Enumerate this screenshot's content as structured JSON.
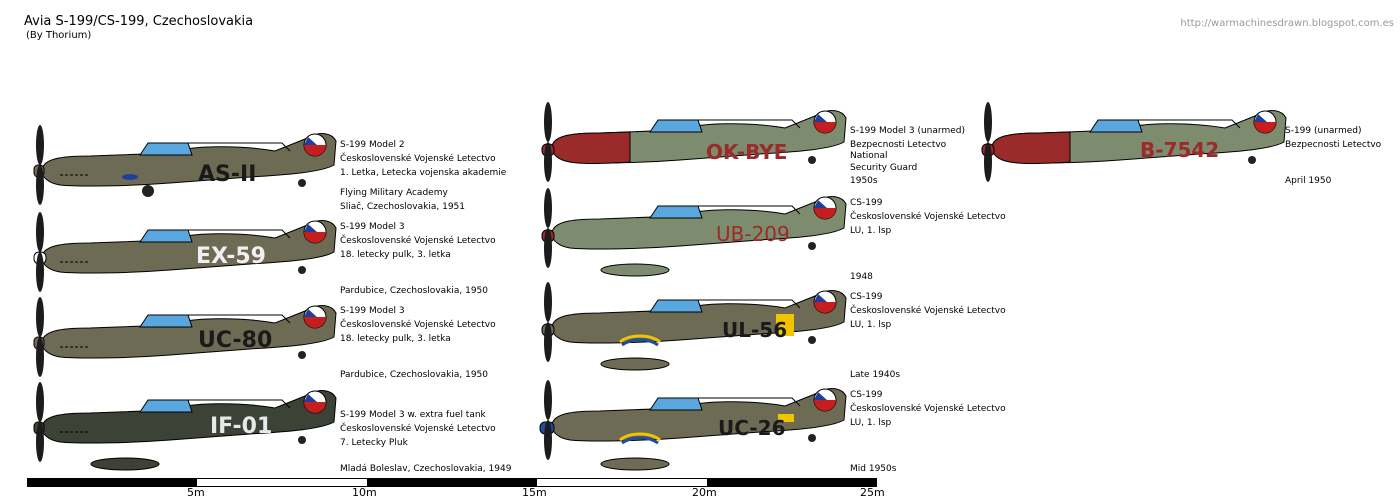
{
  "header": {
    "title": "Avia S-199/CS-199, Czechoslovakia",
    "subtitle": "(By Thorium)",
    "url": "http://warmachinesdrawn.blogspot.com.es"
  },
  "colors": {
    "olive": "#6e6b55",
    "dark_olive": "#3c4236",
    "green_grey": "#7d8c6e",
    "red_brown": "#9b2a2a",
    "canopy": "#5aa7df",
    "yellow": "#f2c400",
    "blue_spinner": "#1f4f9c"
  },
  "aircraft": [
    {
      "marking": "AS-II",
      "caption": [
        "S-199 Model 2",
        "Československé Vojenské Letectvo",
        "1. Letka, Letecka vojenska akademie"
      ],
      "note": [
        "Flying Military Academy",
        "Sliač, Czechoslovakia, 1951"
      ]
    },
    {
      "marking": "EX-59",
      "caption": [
        "S-199 Model 3",
        "Československé Vojenské Letectvo",
        "18. letecky pulk, 3. letka"
      ],
      "note": [
        "Pardubice, Czechoslovakia, 1950"
      ]
    },
    {
      "marking": "UC-80",
      "caption": [
        "S-199 Model 3",
        "Československé Vojenské Letectvo",
        "18. letecky pulk, 3. letka"
      ],
      "note": [
        "Pardubice, Czechoslovakia, 1950"
      ]
    },
    {
      "marking": "IF-01",
      "caption": [
        "S-199 Model 3 w. extra fuel tank",
        "Československé Vojenské Letectvo",
        "7. Letecky Pluk"
      ],
      "note": [
        "Mladá Boleslav, Czechoslovakia, 1949"
      ]
    },
    {
      "marking": "OK-BYE",
      "caption": [
        "S-199 Model 3 (unarmed)",
        "Bezpecnosti Letectvo",
        "National",
        "Security Guard"
      ],
      "note": [
        "1950s"
      ]
    },
    {
      "marking": "UB-209",
      "caption": [
        "CS-199",
        "Československé Vojenské Letectvo",
        "LU, 1. lsp"
      ],
      "note": [
        "1948"
      ]
    },
    {
      "marking": "UL-56",
      "caption": [
        "CS-199",
        "Československé Vojenské Letectvo",
        "LU, 1. lsp"
      ],
      "note": [
        "Late 1940s"
      ]
    },
    {
      "marking": "UC-26",
      "caption": [
        "CS-199",
        "Československé Vojenské Letectvo",
        "LU, 1. lsp"
      ],
      "note": [
        "Mid 1950s"
      ]
    },
    {
      "marking": "B-7542",
      "caption": [
        "S-199 (unarmed)",
        "Bezpecnosti Letectvo"
      ],
      "note": [
        "April 1950"
      ]
    }
  ],
  "scale": {
    "labels": [
      "5m",
      "10m",
      "15m",
      "20m",
      "25m"
    ]
  }
}
